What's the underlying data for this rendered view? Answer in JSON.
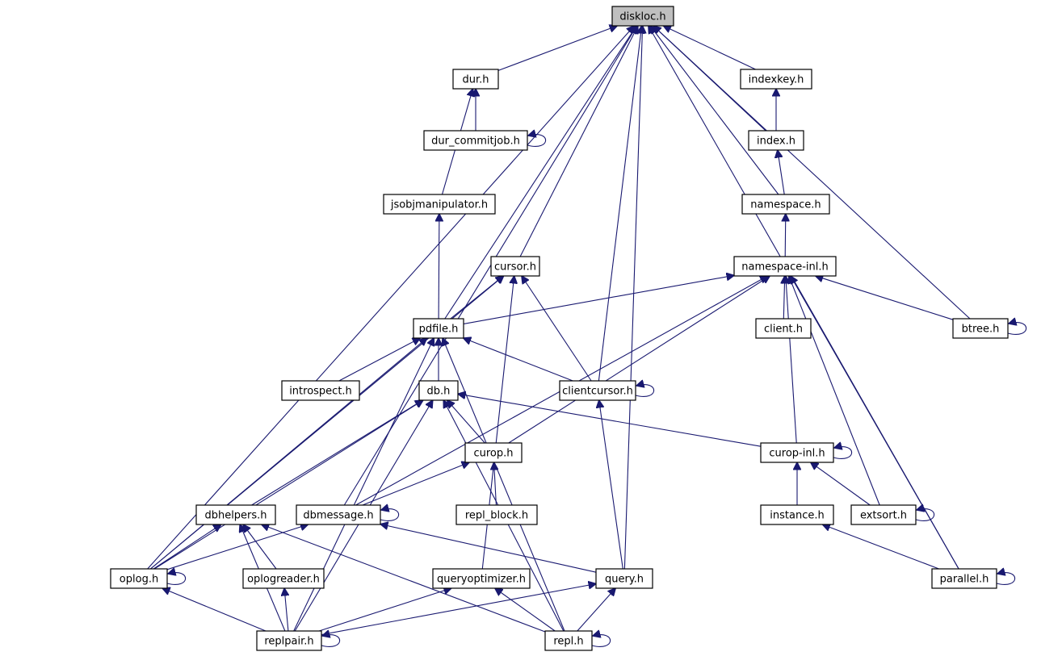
{
  "graph": {
    "root": "diskloc",
    "edge_color": "#191970",
    "root_fill": "#bfbfbf",
    "nodes": [
      {
        "id": "diskloc",
        "label": "diskloc.h"
      },
      {
        "id": "dur",
        "label": "dur.h"
      },
      {
        "id": "indexkey",
        "label": "indexkey.h"
      },
      {
        "id": "dur_commitjob",
        "label": "dur_commitjob.h"
      },
      {
        "id": "index",
        "label": "index.h"
      },
      {
        "id": "jsobjmanipulator",
        "label": "jsobjmanipulator.h"
      },
      {
        "id": "namespace",
        "label": "namespace.h"
      },
      {
        "id": "cursor",
        "label": "cursor.h"
      },
      {
        "id": "namespace_inl",
        "label": "namespace-inl.h"
      },
      {
        "id": "pdfile",
        "label": "pdfile.h"
      },
      {
        "id": "client",
        "label": "client.h"
      },
      {
        "id": "btree",
        "label": "btree.h"
      },
      {
        "id": "introspect",
        "label": "introspect.h"
      },
      {
        "id": "db",
        "label": "db.h"
      },
      {
        "id": "clientcursor",
        "label": "clientcursor.h"
      },
      {
        "id": "curop",
        "label": "curop.h"
      },
      {
        "id": "curop_inl",
        "label": "curop-inl.h"
      },
      {
        "id": "dbhelpers",
        "label": "dbhelpers.h"
      },
      {
        "id": "dbmessage",
        "label": "dbmessage.h"
      },
      {
        "id": "repl_block",
        "label": "repl_block.h"
      },
      {
        "id": "instance",
        "label": "instance.h"
      },
      {
        "id": "extsort",
        "label": "extsort.h"
      },
      {
        "id": "oplog",
        "label": "oplog.h"
      },
      {
        "id": "oplogreader",
        "label": "oplogreader.h"
      },
      {
        "id": "queryoptimizer",
        "label": "queryoptimizer.h"
      },
      {
        "id": "query",
        "label": "query.h"
      },
      {
        "id": "parallel",
        "label": "parallel.h"
      },
      {
        "id": "replpair",
        "label": "replpair.h"
      },
      {
        "id": "repl",
        "label": "repl.h"
      }
    ],
    "edges": [
      [
        "dur",
        "diskloc"
      ],
      [
        "indexkey",
        "diskloc"
      ],
      [
        "index",
        "diskloc"
      ],
      [
        "namespace",
        "diskloc"
      ],
      [
        "cursor",
        "diskloc"
      ],
      [
        "pdfile",
        "diskloc"
      ],
      [
        "clientcursor",
        "diskloc"
      ],
      [
        "btree",
        "diskloc"
      ],
      [
        "parallel",
        "diskloc"
      ],
      [
        "oplog",
        "diskloc"
      ],
      [
        "dbmessage",
        "diskloc"
      ],
      [
        "query",
        "diskloc"
      ],
      [
        "dur_commitjob",
        "dur"
      ],
      [
        "dur_commitjob",
        "dur_commitjob"
      ],
      [
        "jsobjmanipulator",
        "dur"
      ],
      [
        "index",
        "indexkey"
      ],
      [
        "namespace",
        "index"
      ],
      [
        "namespace_inl",
        "namespace"
      ],
      [
        "pdfile",
        "jsobjmanipulator"
      ],
      [
        "pdfile",
        "cursor"
      ],
      [
        "clientcursor",
        "cursor"
      ],
      [
        "queryoptimizer",
        "cursor"
      ],
      [
        "oplog",
        "cursor"
      ],
      [
        "pdfile",
        "namespace_inl"
      ],
      [
        "client",
        "namespace_inl"
      ],
      [
        "btree",
        "namespace_inl"
      ],
      [
        "curop",
        "namespace_inl"
      ],
      [
        "dbmessage",
        "namespace_inl"
      ],
      [
        "curop_inl",
        "namespace_inl"
      ],
      [
        "extsort",
        "namespace_inl"
      ],
      [
        "parallel",
        "namespace_inl"
      ],
      [
        "btree",
        "btree"
      ],
      [
        "introspect",
        "pdfile"
      ],
      [
        "db",
        "pdfile"
      ],
      [
        "clientcursor",
        "pdfile"
      ],
      [
        "oplog",
        "pdfile"
      ],
      [
        "replpair",
        "pdfile"
      ],
      [
        "repl",
        "pdfile"
      ],
      [
        "clientcursor",
        "clientcursor"
      ],
      [
        "query",
        "clientcursor"
      ],
      [
        "curop",
        "db"
      ],
      [
        "curop_inl",
        "db"
      ],
      [
        "dbhelpers",
        "db"
      ],
      [
        "oplog",
        "db"
      ],
      [
        "replpair",
        "db"
      ],
      [
        "repl",
        "db"
      ],
      [
        "dbmessage",
        "curop"
      ],
      [
        "repl_block",
        "curop"
      ],
      [
        "curop_inl",
        "curop_inl"
      ],
      [
        "instance",
        "curop_inl"
      ],
      [
        "extsort",
        "curop_inl"
      ],
      [
        "extsort",
        "extsort"
      ],
      [
        "oplog",
        "dbhelpers"
      ],
      [
        "replpair",
        "dbhelpers"
      ],
      [
        "oplogreader",
        "dbhelpers"
      ],
      [
        "repl",
        "dbhelpers"
      ],
      [
        "oplog",
        "dbmessage"
      ],
      [
        "query",
        "dbmessage"
      ],
      [
        "dbmessage",
        "dbmessage"
      ],
      [
        "parallel",
        "instance"
      ],
      [
        "parallel",
        "parallel"
      ],
      [
        "oplog",
        "oplog"
      ],
      [
        "replpair",
        "oplog"
      ],
      [
        "replpair",
        "oplogreader"
      ],
      [
        "replpair",
        "queryoptimizer"
      ],
      [
        "repl",
        "queryoptimizer"
      ],
      [
        "replpair",
        "query"
      ],
      [
        "repl",
        "query"
      ],
      [
        "replpair",
        "replpair"
      ],
      [
        "repl",
        "repl"
      ]
    ]
  }
}
